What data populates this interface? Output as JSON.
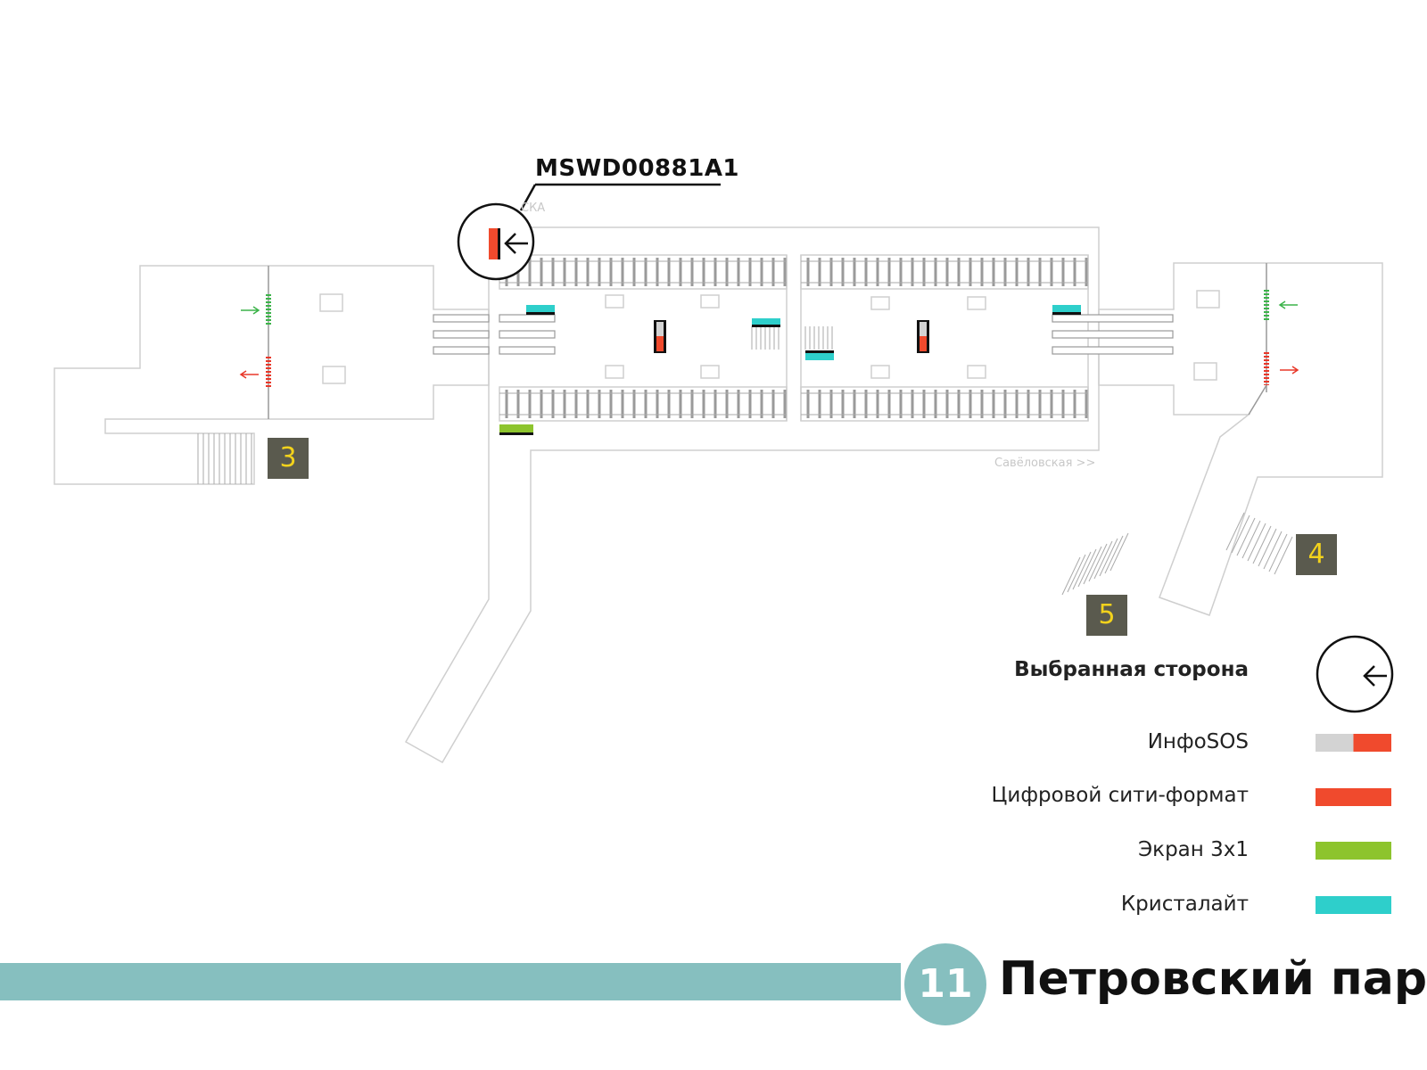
{
  "marker": {
    "code": "MSWD00881A1",
    "hidden_label": "СКА"
  },
  "directions": {
    "right": "Савёловская >>"
  },
  "exits": [
    "3",
    "4",
    "5"
  ],
  "legend": {
    "selected_side": "Выбранная сторона",
    "items": [
      {
        "label": "ИнфоSOS",
        "colors": [
          "#d3d3d3",
          "#f04a2d"
        ]
      },
      {
        "label": "Цифровой сити-формат",
        "colors": [
          "#f04a2d"
        ]
      },
      {
        "label": "Экран 3x1",
        "colors": [
          "#8dc42d"
        ]
      },
      {
        "label": "Кристалайт",
        "colors": [
          "#2ecfcb"
        ]
      }
    ]
  },
  "footer": {
    "line_number": "11",
    "station_name": "Петровский парк",
    "line_color": "#86bfbf"
  }
}
